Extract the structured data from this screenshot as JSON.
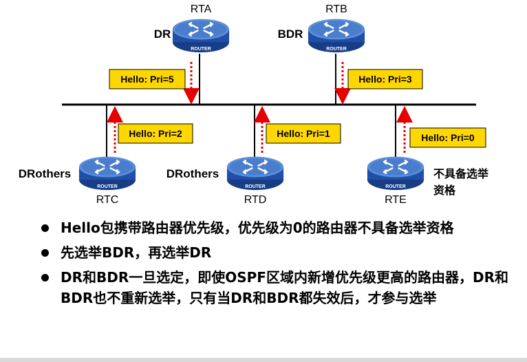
{
  "diagram": {
    "routers": [
      {
        "id": "rta",
        "name": "RTA",
        "role": "DR",
        "badge": "ROUTER"
      },
      {
        "id": "rtb",
        "name": "RTB",
        "role": "BDR",
        "badge": "ROUTER"
      },
      {
        "id": "rtc",
        "name": "RTC",
        "role": "DRothers",
        "badge": "ROUTER"
      },
      {
        "id": "rtd",
        "name": "RTD",
        "role": "DRothers",
        "badge": "ROUTER"
      },
      {
        "id": "rte",
        "name": "RTE",
        "role_lines": [
          "不具备选举",
          "资格"
        ],
        "badge": "ROUTER"
      }
    ],
    "hello_labels": {
      "rta": "Hello: Pri=5",
      "rtb": "Hello: Pri=3",
      "rtc": "Hello: Pri=2",
      "rtd": "Hello: Pri=1",
      "rte": "Hello: Pri=0"
    },
    "colors": {
      "router_body": "#1f4fa8",
      "router_top": "#5a8ed8",
      "label_fill": "#ffd700",
      "arrow": "#e60000",
      "line": "#000000"
    }
  },
  "bullets": [
    "Hello包携带路由器优先级，优先级为0的路由器不具备选举资格",
    "先选举BDR，再选举DR",
    "DR和BDR一旦选定，即使OSPF区域内新增优先级更高的路由器，DR和BDR也不重新选举，只有当DR和BDR都失效后，才参与选举"
  ]
}
